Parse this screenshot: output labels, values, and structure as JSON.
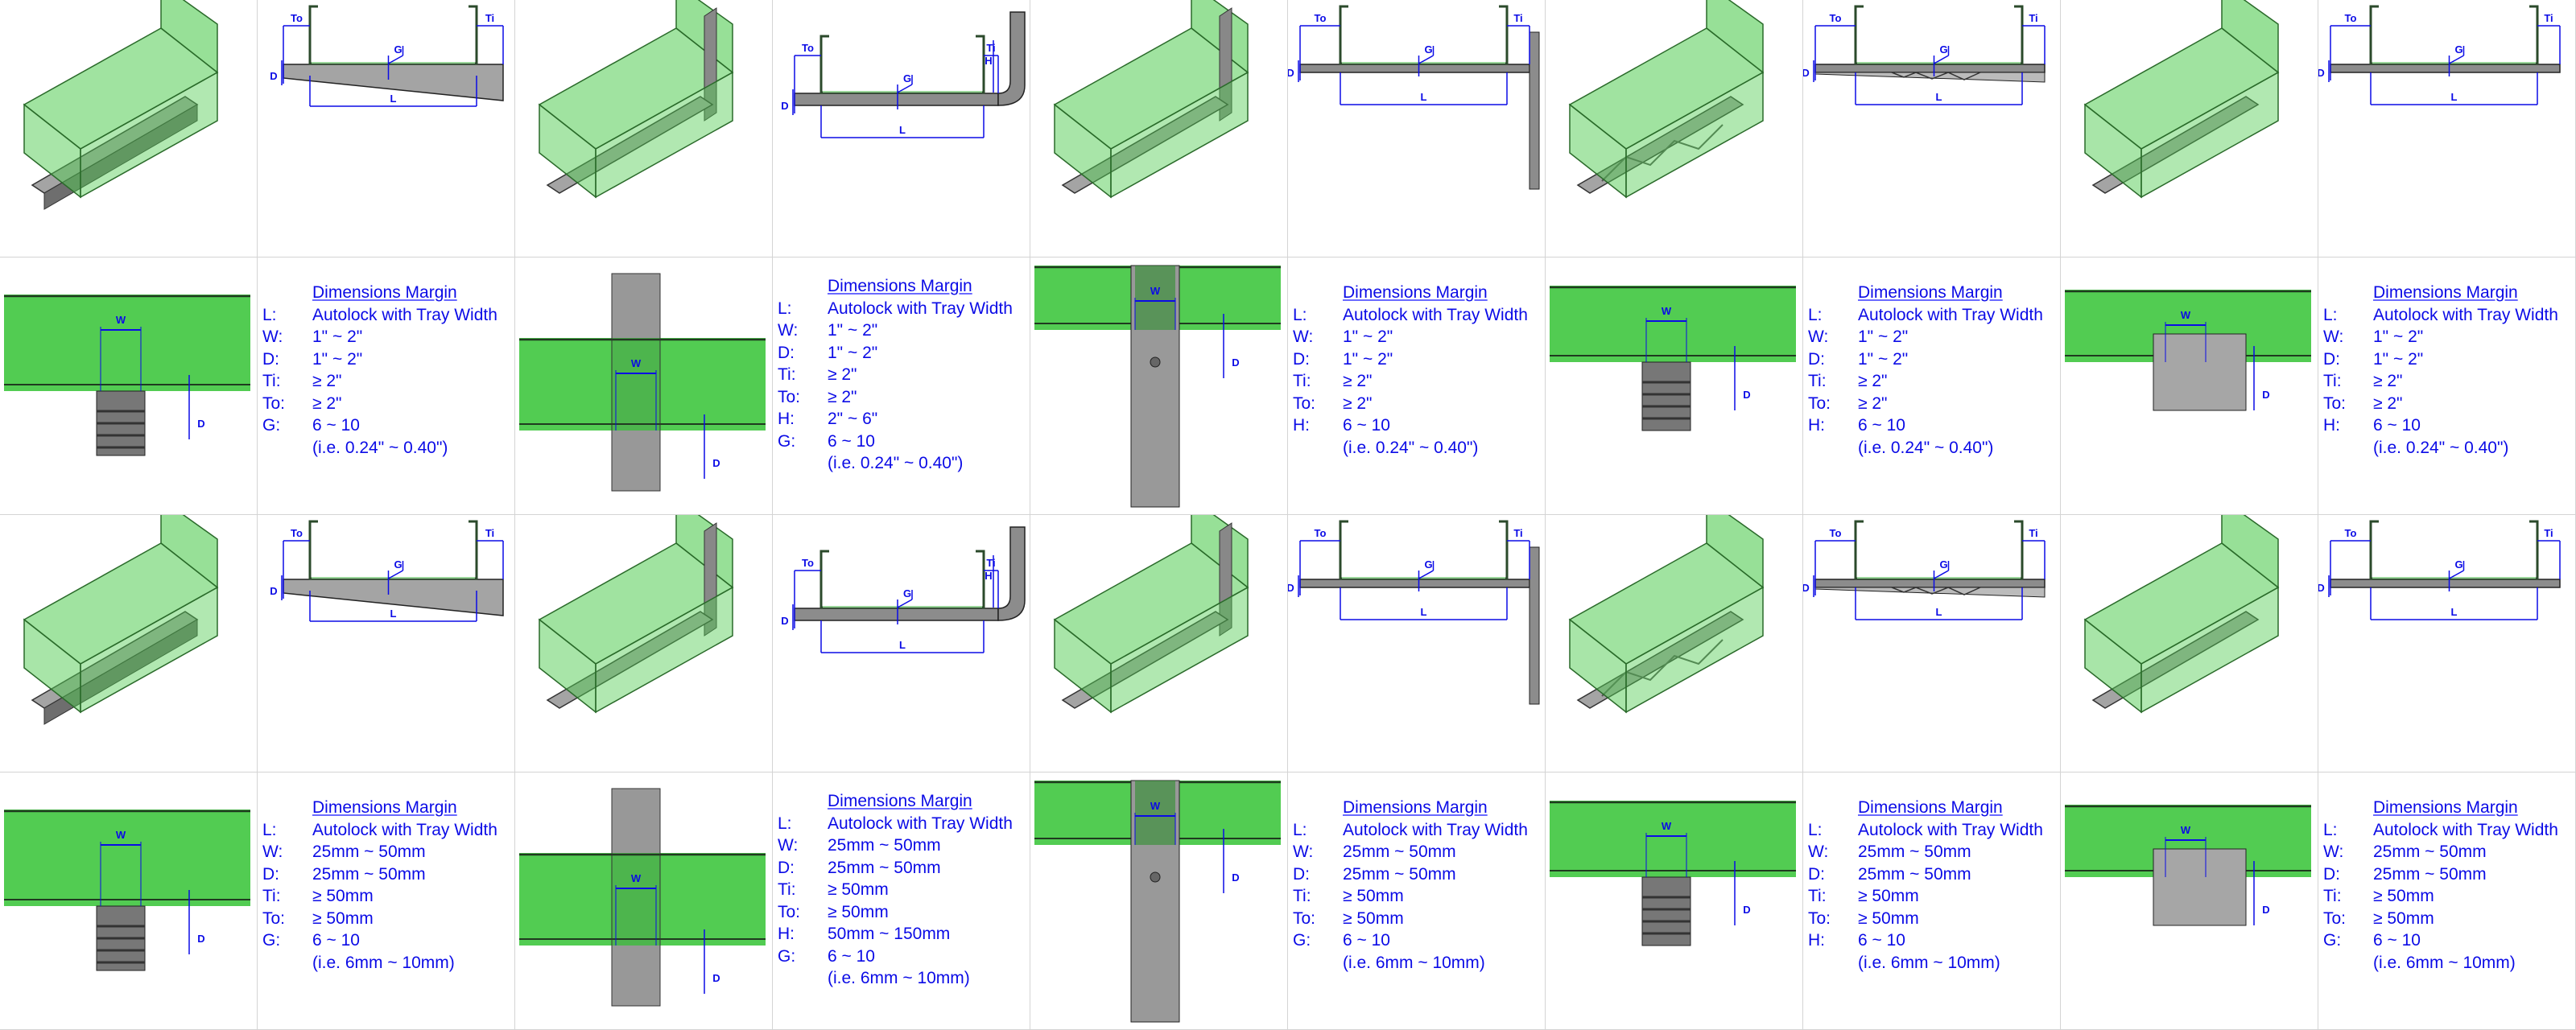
{
  "spec_title": "Dimensions Margin",
  "dim_labels": {
    "to": "To",
    "ti": "Ti",
    "g": "G",
    "d": "D",
    "l": "L",
    "h": "H",
    "w": "W"
  },
  "colors": {
    "tray": "#52cc52",
    "tray_dark": "#2f8f2f",
    "bracket": "#a4a4a4",
    "dimension": "#0b0be6"
  },
  "columns": [
    {
      "variant": "taper",
      "imperial": [
        {
          "k": "L:",
          "v": "Autolock with Tray Width"
        },
        {
          "k": "W:",
          "v": "1\" ~ 2\""
        },
        {
          "k": "D:",
          "v": "1\" ~ 2\""
        },
        {
          "k": "Ti:",
          "v": "≥  2\""
        },
        {
          "k": "To:",
          "v": "≥  2\""
        },
        {
          "k": "G:",
          "v": "6 ~ 10"
        },
        {
          "k": "",
          "v": "(i.e. 0.24\" ~ 0.40\")"
        }
      ],
      "metric": [
        {
          "k": "L:",
          "v": "Autolock with Tray Width"
        },
        {
          "k": "W:",
          "v": "25mm ~ 50mm"
        },
        {
          "k": "D:",
          "v": "25mm ~ 50mm"
        },
        {
          "k": "Ti:",
          "v": "≥  50mm"
        },
        {
          "k": "To:",
          "v": "≥  50mm"
        },
        {
          "k": "G:",
          "v": "6 ~ 10"
        },
        {
          "k": "",
          "v": "(i.e. 6mm ~ 10mm)"
        }
      ]
    },
    {
      "variant": "bent",
      "imperial": [
        {
          "k": "L:",
          "v": "Autolock with Tray Width"
        },
        {
          "k": "W:",
          "v": "1\" ~ 2\""
        },
        {
          "k": "D:",
          "v": "1\" ~ 2\""
        },
        {
          "k": "Ti:",
          "v": "≥  2\""
        },
        {
          "k": "To:",
          "v": "≥  2\""
        },
        {
          "k": "H:",
          "v": "2\" ~ 6\""
        },
        {
          "k": "G:",
          "v": "6 ~ 10"
        },
        {
          "k": "",
          "v": "(i.e. 0.24\" ~ 0.40\")"
        }
      ],
      "metric": [
        {
          "k": "L:",
          "v": "Autolock with Tray Width"
        },
        {
          "k": "W:",
          "v": "25mm ~ 50mm"
        },
        {
          "k": "D:",
          "v": "25mm ~ 50mm"
        },
        {
          "k": "Ti:",
          "v": "≥  50mm"
        },
        {
          "k": "To:",
          "v": "≥  50mm"
        },
        {
          "k": "H:",
          "v": "50mm ~ 150mm"
        },
        {
          "k": "G:",
          "v": "6 ~ 10"
        },
        {
          "k": "",
          "v": "(i.e. 6mm ~ 10mm)"
        }
      ]
    },
    {
      "variant": "post",
      "imperial": [
        {
          "k": "L:",
          "v": "Autolock with Tray Width"
        },
        {
          "k": "W:",
          "v": "1\" ~ 2\""
        },
        {
          "k": "D:",
          "v": "1\" ~ 2\""
        },
        {
          "k": "Ti:",
          "v": "≥  2\""
        },
        {
          "k": "To:",
          "v": "≥  2\""
        },
        {
          "k": "H:",
          "v": "6 ~ 10"
        },
        {
          "k": "",
          "v": "(i.e. 0.24\" ~ 0.40\")"
        }
      ],
      "metric": [
        {
          "k": "L:",
          "v": "Autolock with Tray Width"
        },
        {
          "k": "W:",
          "v": "25mm ~ 50mm"
        },
        {
          "k": "D:",
          "v": "25mm ~ 50mm"
        },
        {
          "k": "Ti:",
          "v": "≥  50mm"
        },
        {
          "k": "To:",
          "v": "≥  50mm"
        },
        {
          "k": "G:",
          "v": "6 ~ 10"
        },
        {
          "k": "",
          "v": "(i.e. 6mm ~ 10mm)"
        }
      ]
    },
    {
      "variant": "truss",
      "imperial": [
        {
          "k": "L:",
          "v": "Autolock with Tray Width"
        },
        {
          "k": "W:",
          "v": "1\" ~ 2\""
        },
        {
          "k": "D:",
          "v": "1\" ~ 2\""
        },
        {
          "k": "Ti:",
          "v": "≥  2\""
        },
        {
          "k": "To:",
          "v": "≥  2\""
        },
        {
          "k": "H:",
          "v": "6 ~ 10"
        },
        {
          "k": "",
          "v": "(i.e. 0.24\" ~ 0.40\")"
        }
      ],
      "metric": [
        {
          "k": "L:",
          "v": "Autolock with Tray Width"
        },
        {
          "k": "W:",
          "v": "25mm ~ 50mm"
        },
        {
          "k": "D:",
          "v": "25mm ~ 50mm"
        },
        {
          "k": "Ti:",
          "v": "≥  50mm"
        },
        {
          "k": "To:",
          "v": "≥  50mm"
        },
        {
          "k": "H:",
          "v": "6 ~ 10"
        },
        {
          "k": "",
          "v": "(i.e. 6mm ~ 10mm)"
        }
      ]
    },
    {
      "variant": "simple",
      "imperial": [
        {
          "k": "L:",
          "v": "Autolock with Tray Width"
        },
        {
          "k": "W:",
          "v": "1\" ~ 2\""
        },
        {
          "k": "D:",
          "v": "1\" ~ 2\""
        },
        {
          "k": "Ti:",
          "v": "≥  2\""
        },
        {
          "k": "To:",
          "v": "≥  2\""
        },
        {
          "k": "H:",
          "v": "6 ~ 10"
        },
        {
          "k": "",
          "v": "(i.e. 0.24\" ~ 0.40\")"
        }
      ],
      "metric": [
        {
          "k": "L:",
          "v": "Autolock with Tray Width"
        },
        {
          "k": "W:",
          "v": "25mm ~ 50mm"
        },
        {
          "k": "D:",
          "v": "25mm ~ 50mm"
        },
        {
          "k": "Ti:",
          "v": "≥  50mm"
        },
        {
          "k": "To:",
          "v": "≥  50mm"
        },
        {
          "k": "G:",
          "v": "6 ~ 10"
        },
        {
          "k": "",
          "v": "(i.e. 6mm ~ 10mm)"
        }
      ]
    }
  ]
}
